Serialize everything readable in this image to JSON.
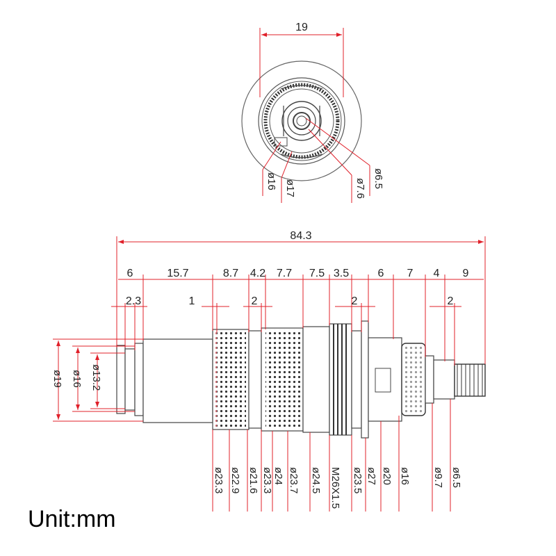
{
  "diagram": {
    "colors": {
      "dimension": "#e0202a",
      "outline": "#333333",
      "knurl": "#444444",
      "text": "#222222"
    },
    "end_view": {
      "width_label": "19",
      "callouts": [
        "ø16",
        "ø17",
        "ø6.5",
        "ø7.6"
      ]
    },
    "side_view": {
      "overall_label": "84.3",
      "segment_labels": [
        "6",
        "15.7",
        "8.7",
        "4.2",
        "7.7",
        "7.5",
        "3.5",
        "6",
        "7",
        "4",
        "9"
      ],
      "small_labels": [
        "2.3",
        "1",
        "2",
        "2",
        "2"
      ],
      "left_diameters": [
        "ø19",
        "ø16",
        "ø13.2"
      ],
      "bottom_diameters": [
        "ø23.3",
        "ø22.9",
        "ø21.6",
        "ø23.3",
        "ø24",
        "ø23.7",
        "ø24.5",
        "M26X1.5",
        "ø23.5",
        "ø27",
        "ø20",
        "ø16",
        "ø9.7",
        "ø6.5"
      ]
    },
    "unit": "Unit:mm"
  }
}
